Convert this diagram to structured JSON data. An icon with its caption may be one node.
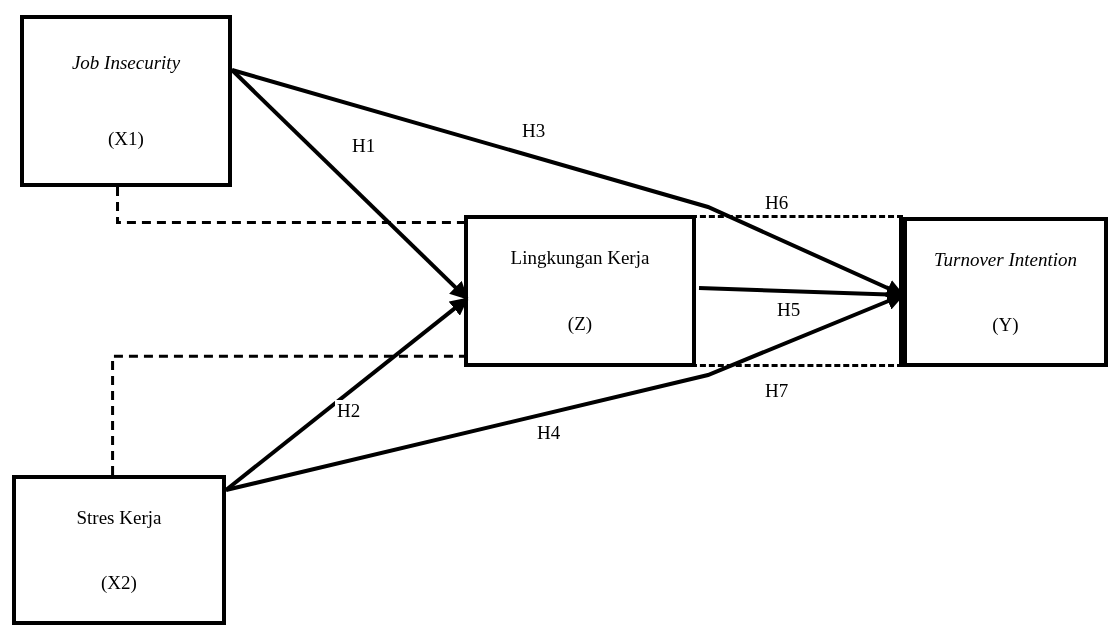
{
  "diagram": {
    "nodes": [
      {
        "text": [
          "Job Insecurity",
          "(X1)"
        ]
      },
      {
        "text": [],
        "shape": "box"
      },
      {
        "text": [
          "Lingkungan Kerja",
          "(Z)"
        ],
        "in": 1
      },
      {
        "text": [
          "Turnover Intention",
          "(Y)"
        ]
      },
      {
        "text": [
          "Stres Kerja",
          "(X2)"
        ]
      }
    ],
    "edges": [
      {
        "from": 0,
        "to": 2,
        "arrow": "to",
        "label": "H1"
      },
      {
        "from": 4,
        "to": 2,
        "arrow": "to",
        "label": "H2"
      },
      {
        "from": 0,
        "to": 3,
        "arrow": "to",
        "label": "H3"
      },
      {
        "from": 4,
        "to": 3,
        "arrow": "to",
        "label": "H4"
      },
      {
        "from": 2,
        "to": 3,
        "arrow": "to",
        "label": "H5"
      },
      {
        "from": 0,
        "to": 1,
        "arrow": "none",
        "style": "dashed"
      },
      {
        "from": 4,
        "to": 1,
        "arrow": "none",
        "style": "dashed"
      }
    ],
    "labels": [
      "H6",
      "H7"
    ]
  }
}
